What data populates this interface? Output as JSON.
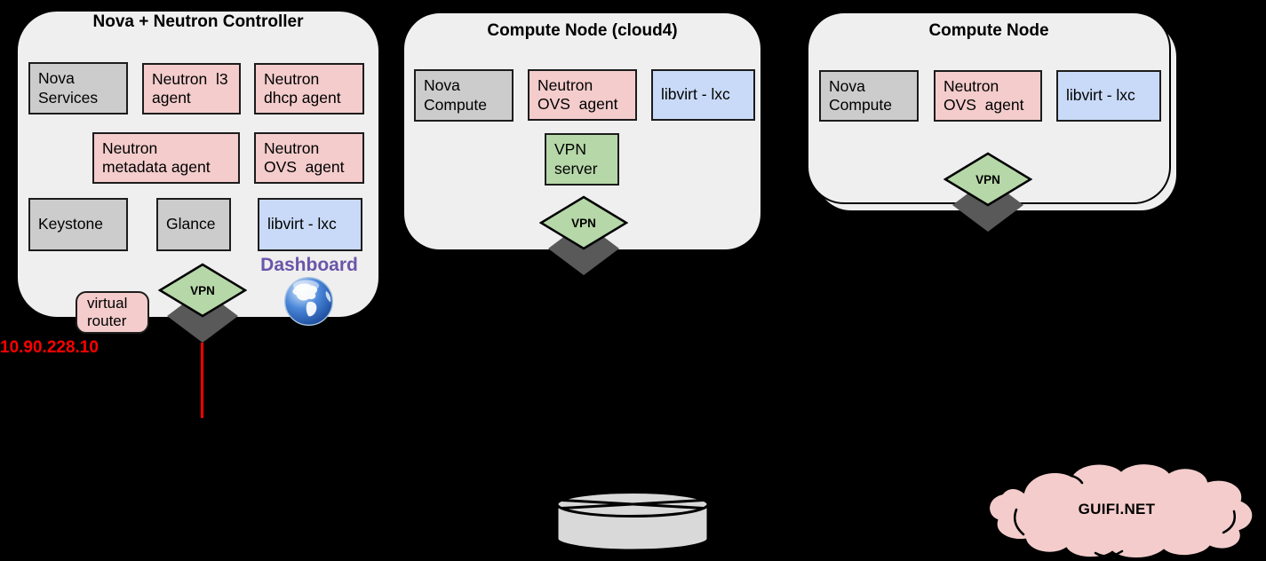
{
  "colors": {
    "background": "#000000",
    "container_fill": "#efefef",
    "box_gray": "#cccccc",
    "box_pink": "#f4cccc",
    "box_blue": "#c9daf8",
    "box_green": "#b6d7a8",
    "diamond_green": "#b6d7a8",
    "diamond_gray": "#595959",
    "accent_red": "#ff0000",
    "dashboard_purple": "#6b55a9",
    "cloud_pink": "#f4cccc",
    "cylinder_gray": "#d9d9d9"
  },
  "controller": {
    "title": "Nova + Neutron Controller",
    "boxes": [
      {
        "label": "Nova\nServices"
      },
      {
        "label": "Neutron  l3\nagent"
      },
      {
        "label": "Neutron\ndhcp agent"
      },
      {
        "label": "Neutron\nmetadata agent"
      },
      {
        "label": "Neutron\nOVS  agent"
      },
      {
        "label": "Keystone"
      },
      {
        "label": "Glance"
      },
      {
        "label": "libvirt - lxc"
      }
    ],
    "dashboard_label": "Dashboard",
    "virtual_router": {
      "label": "virtual\nrouter",
      "ip": "10.90.228.10"
    },
    "vpn_connector_label": "VPN"
  },
  "compute_node_cloud4": {
    "title": "Compute Node (cloud4)",
    "boxes": [
      {
        "label": "Nova\nCompute"
      },
      {
        "label": "Neutron\nOVS  agent"
      },
      {
        "label": "libvirt - lxc"
      }
    ],
    "vpn_server_label": "VPN\nserver",
    "vpn_connector_label": "VPN"
  },
  "compute_node_2": {
    "title": "Compute Node",
    "boxes": [
      {
        "label": "Nova\nCompute"
      },
      {
        "label": "Neutron\nOVS  agent"
      },
      {
        "label": "libvirt - lxc"
      }
    ],
    "vpn_connector_label": "VPN"
  },
  "network": {
    "cloud_label": "GUIFI.NET"
  }
}
